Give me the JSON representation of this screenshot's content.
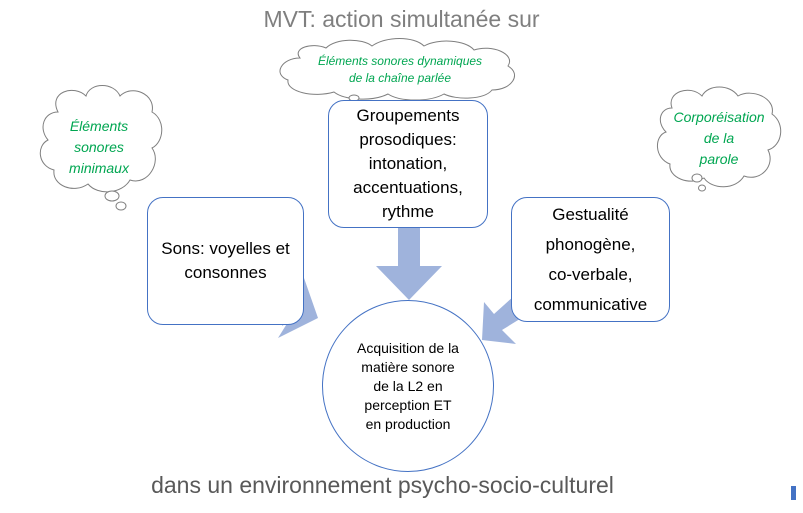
{
  "title": "MVT: action simultanée sur",
  "footer": "dans un environnement psycho-socio-culturel",
  "boxes": {
    "sons": [
      "Sons: voyelles et",
      "consonnes"
    ],
    "groupements": [
      "Groupements",
      "prosodiques:",
      "intonation,",
      "accentuations,",
      "rythme"
    ],
    "gestualite": [
      "Gestualité",
      "phonogène,",
      "co-verbale,",
      "communicative"
    ]
  },
  "center": [
    "Acquisition de la",
    "matière sonore",
    "de la L2 en",
    "perception ET",
    "en production"
  ],
  "clouds": {
    "left": [
      "Éléments",
      "sonores",
      "minimaux"
    ],
    "top": [
      "Éléments sonores dynamiques",
      "de la chaîne parlée"
    ],
    "right": [
      "Corporéisation",
      "de la",
      "parole"
    ]
  },
  "colors": {
    "title": "#7f7f7f",
    "footer": "#595959",
    "box_border": "#4472c4",
    "arrow": "#9fb3dc",
    "cloud_text": "#00a651",
    "cloud_border": "#7f7f7f"
  }
}
